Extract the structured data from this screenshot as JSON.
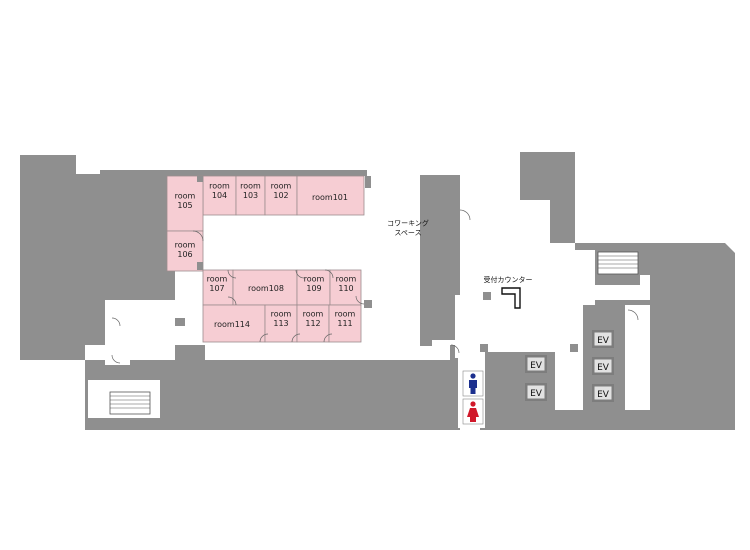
{
  "colors": {
    "wall": "#8f8f8f",
    "room": "#f6cdd3",
    "floor": "#ffffff",
    "ev_box": "#7d7d7d",
    "ev_inner": "#e2e2e2",
    "male": "#1b2f8e",
    "female": "#d0182a"
  },
  "rooms": {
    "r101": "room101",
    "r102": "room\n102",
    "r103": "room\n103",
    "r104": "room\n104",
    "r105": "room\n105",
    "r106": "room\n106",
    "r107": "room\n107",
    "r108": "room108",
    "r109": "room\n109",
    "r110": "room\n110",
    "r111": "room\n111",
    "r112": "room\n112",
    "r113": "room\n113",
    "r114": "room114"
  },
  "areas": {
    "coworking": "コワーキング\nスペース",
    "reception": "受付カウンター"
  },
  "elevators": {
    "label": "EV"
  },
  "icons": {
    "stairs": "stairs-icon",
    "male": "male-restroom-icon",
    "female": "female-restroom-icon",
    "door": "door-icon"
  }
}
